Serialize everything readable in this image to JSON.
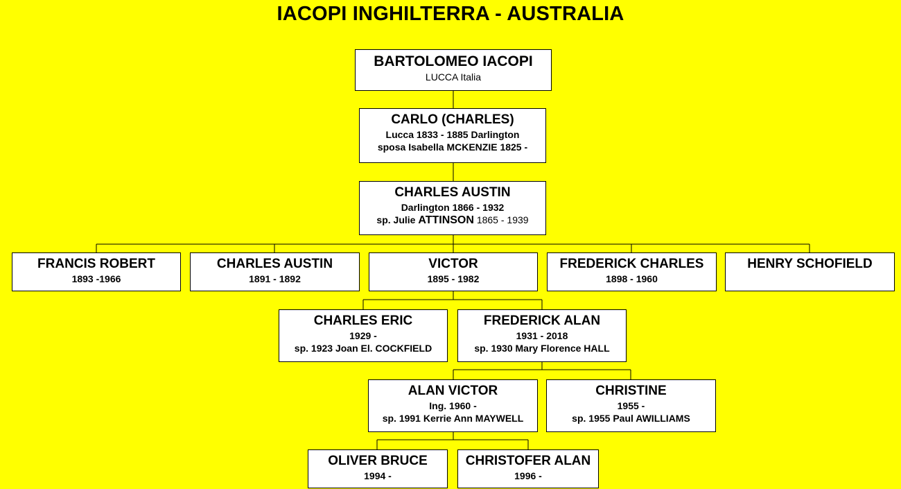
{
  "title": "IACOPI INGHILTERRA - AUSTRALIA",
  "nodes": {
    "bartolomeo": {
      "name": "BARTOLOMEO IACOPI",
      "line1": "LUCCA Italia"
    },
    "carlo": {
      "name": "CARLO (CHARLES)",
      "line1": "Lucca 1833 - 1885 Darlington",
      "line2": "sposa Isabella MCKENZIE 1825 -"
    },
    "charles_austin_sr": {
      "name": "CHARLES AUSTIN",
      "line1": "Darlington 1866 - 1932",
      "line2_a": "sp. Julie ",
      "line2_b": "ATTINSON",
      "line2_c": " 1865 - 1939"
    },
    "francis_robert": {
      "name": "FRANCIS ROBERT",
      "line1": "1893 -1966"
    },
    "charles_austin_jr": {
      "name": "CHARLES AUSTIN",
      "line1": "1891 - 1892"
    },
    "victor": {
      "name": "VICTOR",
      "line1": "1895 - 1982"
    },
    "frederick_charles": {
      "name": "FREDERICK CHARLES",
      "line1": "1898 - 1960"
    },
    "henry_schofield": {
      "name": "HENRY SCHOFIELD"
    },
    "charles_eric": {
      "name": "CHARLES ERIC",
      "line1": "1929 -",
      "line2": "sp. 1923 Joan El. COCKFIELD"
    },
    "frederick_alan": {
      "name": "FREDERICK ALAN",
      "line1": "1931 - 2018",
      "line2": "sp. 1930 Mary Florence HALL"
    },
    "alan_victor": {
      "name": "ALAN VICTOR",
      "line1": "Ing. 1960 -",
      "line2": "sp. 1991 Kerrie Ann MAYWELL"
    },
    "christine": {
      "name": "CHRISTINE",
      "line1": "1955 -",
      "line2": "sp. 1955 Paul AWILLIAMS"
    },
    "oliver_bruce": {
      "name": "OLIVER BRUCE",
      "line1": "1994 -"
    },
    "christofer_alan": {
      "name": "CHRISTOFER ALAN",
      "line1": "1996 -"
    }
  },
  "colors": {
    "background": "#ffff00",
    "box": "#ffffff",
    "line": "#000000"
  }
}
